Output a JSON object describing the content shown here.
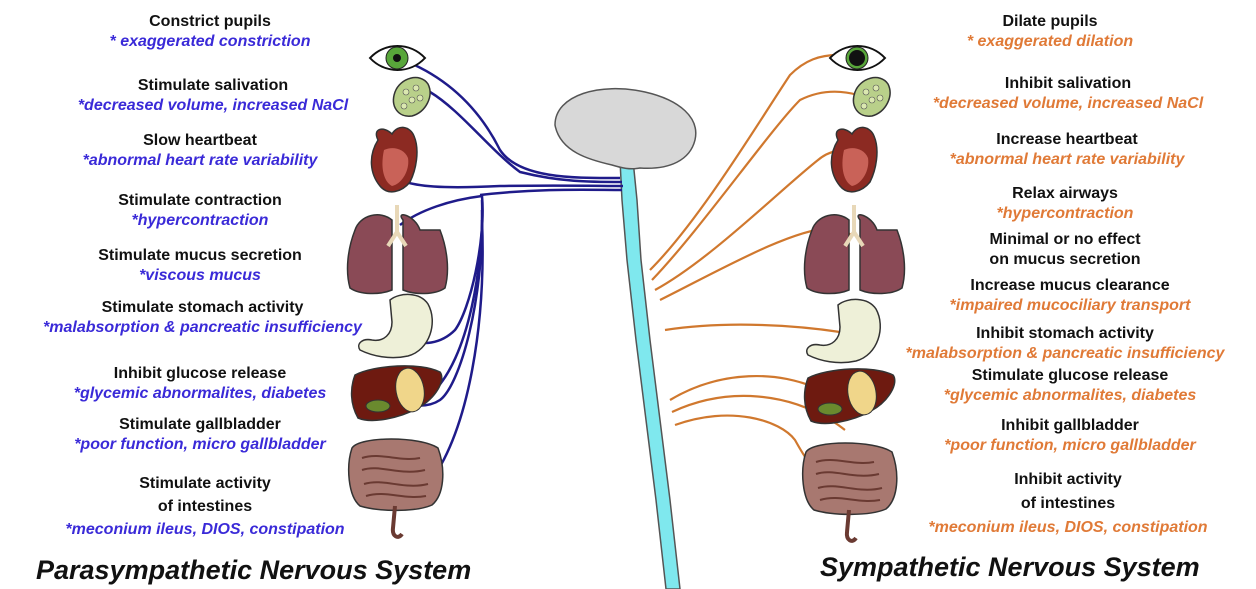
{
  "colors": {
    "parasympathetic_note": "#3a2ad8",
    "sympathetic_note": "#e07a37",
    "parasympathetic_nerve": "#1f1b8a",
    "sympathetic_nerve": "#d0782e",
    "spinal_cord": "#7fe8ee",
    "brain": "#d8d8d8"
  },
  "parasympathetic": {
    "title": "Parasympathetic Nervous System",
    "items": [
      {
        "effect": "Constrict pupils",
        "note": "* exaggerated constriction",
        "organ": "eye"
      },
      {
        "effect": "Stimulate salivation",
        "note": "*decreased volume, increased NaCl",
        "organ": "salivary-gland"
      },
      {
        "effect": "Slow heartbeat",
        "note": "*abnormal heart rate variability",
        "organ": "heart"
      },
      {
        "effect": "Stimulate contraction",
        "note": "*hypercontraction",
        "organ": "lungs"
      },
      {
        "effect": "Stimulate mucus secretion",
        "note": "*viscous mucus",
        "organ": "lungs"
      },
      {
        "effect": "Stimulate stomach activity",
        "note": "*malabsorption & pancreatic insufficiency",
        "organ": "stomach"
      },
      {
        "effect": "Inhibit glucose release",
        "note": "*glycemic abnormalites, diabetes",
        "organ": "liver"
      },
      {
        "effect": "Stimulate gallbladder",
        "note": "*poor function, micro gallbladder",
        "organ": "gallbladder"
      },
      {
        "effect": "Stimulate activity",
        "effect2": "of intestines",
        "note": "*meconium ileus, DIOS, constipation",
        "organ": "intestines"
      }
    ]
  },
  "sympathetic": {
    "title": "Sympathetic Nervous System",
    "items": [
      {
        "effect": "Dilate pupils",
        "note": "* exaggerated dilation",
        "organ": "eye"
      },
      {
        "effect": "Inhibit salivation",
        "note": "*decreased volume, increased NaCl",
        "organ": "salivary-gland"
      },
      {
        "effect": "Increase heartbeat",
        "note": "*abnormal heart rate variability",
        "organ": "heart"
      },
      {
        "effect": "Relax airways",
        "note": "*hypercontraction",
        "organ": "lungs"
      },
      {
        "effect": "Minimal or no effect",
        "effect2": "on mucus secretion",
        "note": "",
        "organ": "lungs"
      },
      {
        "effect": "Increase mucus clearance",
        "note": "*impaired mucociliary transport",
        "organ": "lungs"
      },
      {
        "effect": "Inhibit stomach activity",
        "note": "*malabsorption & pancreatic insufficiency",
        "organ": "stomach"
      },
      {
        "effect": "Stimulate glucose release",
        "note": "*glycemic abnormalites, diabetes",
        "organ": "liver"
      },
      {
        "effect": "Inhibit gallbladder",
        "note": "*poor function, micro gallbladder",
        "organ": "gallbladder"
      },
      {
        "effect": "Inhibit activity",
        "effect2": "of intestines",
        "note": "*meconium ileus, DIOS, constipation",
        "organ": "intestines"
      }
    ]
  }
}
